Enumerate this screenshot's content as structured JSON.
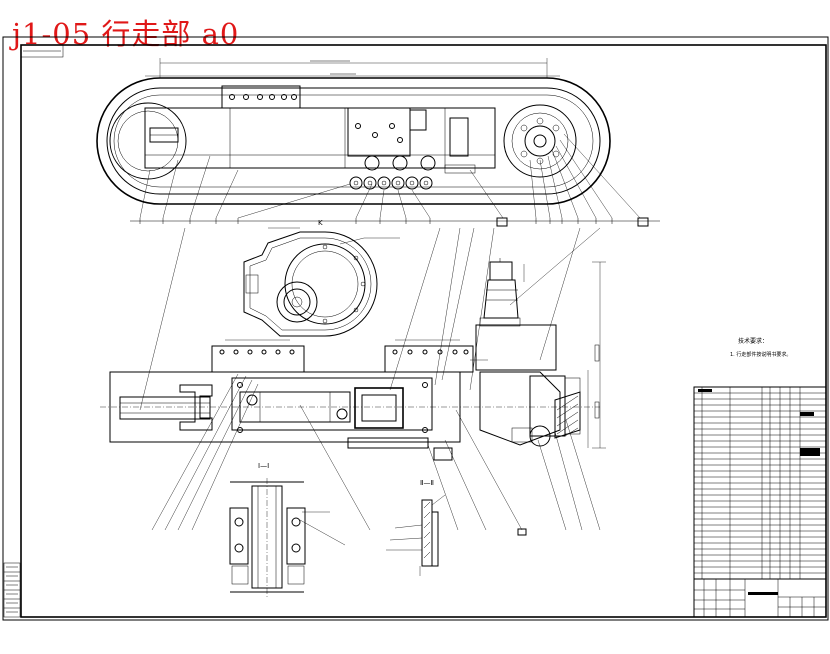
{
  "title": "j1-05  行走部 a0",
  "colors": {
    "title": "#e01818",
    "line": "#000000",
    "paper": "#ffffff"
  },
  "section_labels": {
    "section_i": "I—I",
    "section_ii": "Ⅱ—Ⅱ",
    "view_k": "K"
  },
  "technical_requirements": {
    "heading": "技术要求：",
    "item_1": "1. 行走部件按说明书要求。"
  }
}
